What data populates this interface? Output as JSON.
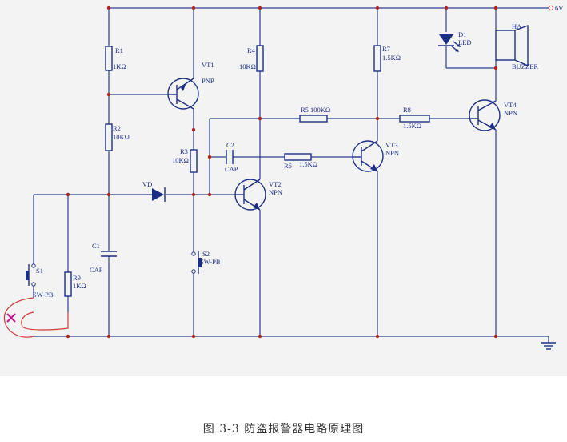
{
  "labels": {
    "supply": "6V",
    "R1": "R1",
    "R1_val": "1KΩ",
    "R2": "R2",
    "R2_val": "10KΩ",
    "R3": "R3",
    "R3_val": "10KΩ",
    "R4": "R4",
    "R4_val": "10KΩ",
    "R5": "R5",
    "R5_val": "100KΩ",
    "R6": "R6",
    "R6_val": "1.5KΩ",
    "R7": "R7",
    "R7_val": "1.5KΩ",
    "R8": "R8",
    "R8_val": "1.5KΩ",
    "R9": "R9",
    "R9_val": "1KΩ",
    "VT1": "VT1",
    "VT1_type": "PNP",
    "VT2": "VT2",
    "VT2_type": "NPN",
    "VT3": "VT3",
    "VT3_type": "NPN",
    "VT4": "VT4",
    "VT4_type": "NPN",
    "C1": "C1",
    "C1_val": "CAP",
    "C2": "C2",
    "C2_val": "CAP",
    "VD": "VD",
    "D1": "D1",
    "D1_val": "LED",
    "HA": "HA",
    "HA_val": "BUZZER",
    "S1": "S1",
    "S1_val": "SW-PB",
    "S2": "S2",
    "S2_val": "SW-PB"
  },
  "caption": "图 3-3   防盗报警器电路原理图",
  "colors": {
    "wire": "#2a3f8f",
    "component": "#1c2f86",
    "junction": "#b22222",
    "break_mark": "#c0158a",
    "loop_wire": "#d23b3b"
  }
}
